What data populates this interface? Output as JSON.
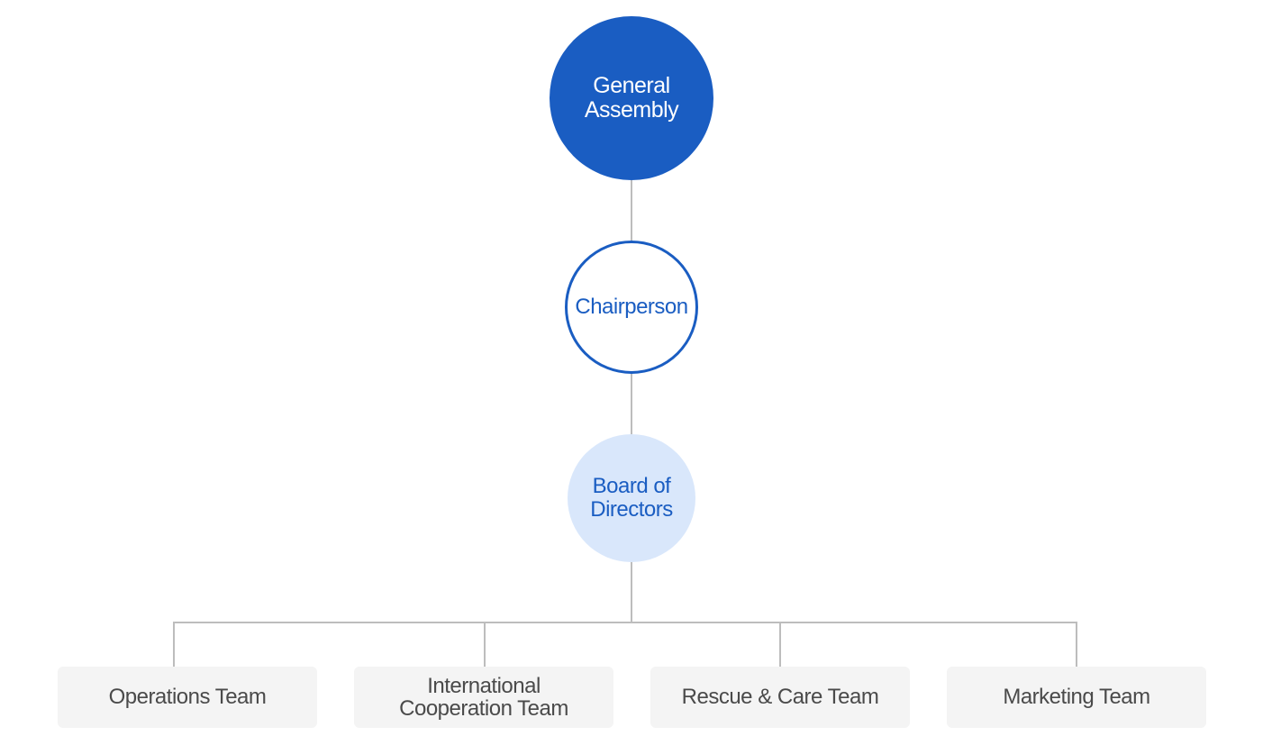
{
  "nodes": {
    "general_assembly": "General\nAssembly",
    "chairperson": "Chairperson",
    "board": "Board of\nDirectors"
  },
  "teams": [
    "Operations Team",
    "International\nCooperation Team",
    "Rescue & Care Team",
    "Marketing Team"
  ],
  "colors": {
    "primary_blue": "#1a5dc2",
    "light_blue": "#d9e7fb",
    "connector_gray": "#bdbdbd",
    "team_bg": "#f4f4f4",
    "team_text": "#4a4a4a"
  }
}
